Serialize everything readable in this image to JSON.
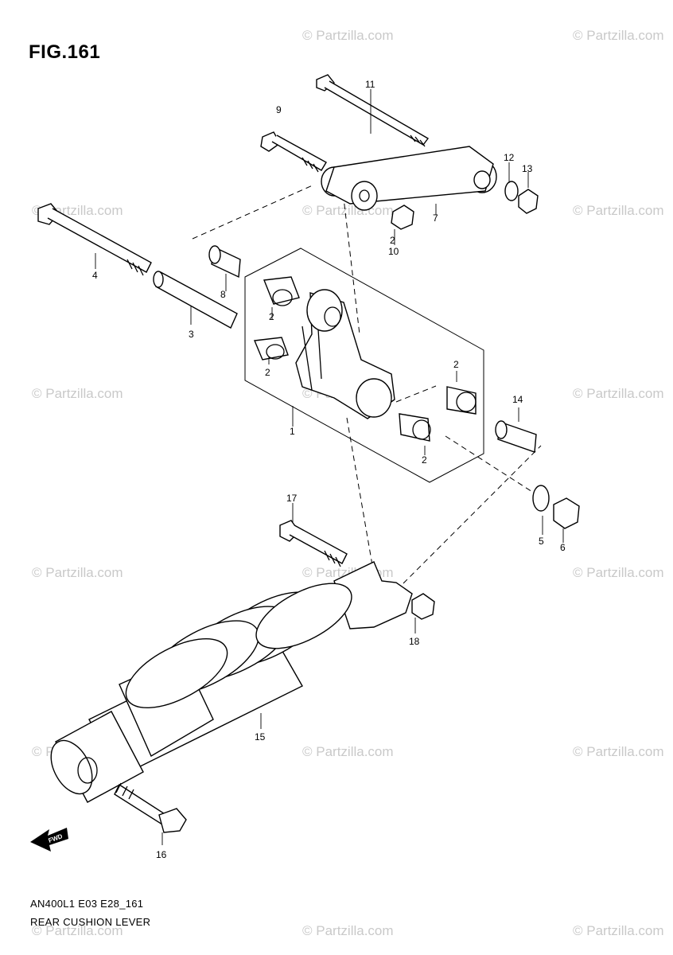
{
  "figure": {
    "title": "FIG.161",
    "model_code": "AN400L1 E03 E28_161",
    "part_group_name": "REAR CUSHION LEVER"
  },
  "watermark": {
    "text": "© Partzilla.com"
  },
  "fwd_arrow": {
    "label": "FWD"
  },
  "callouts": [
    "1",
    "2",
    "2",
    "2",
    "2",
    "2",
    "3",
    "4",
    "5",
    "6",
    "7",
    "8",
    "9",
    "10",
    "11",
    "12",
    "13",
    "14",
    "15",
    "16",
    "17",
    "18"
  ]
}
